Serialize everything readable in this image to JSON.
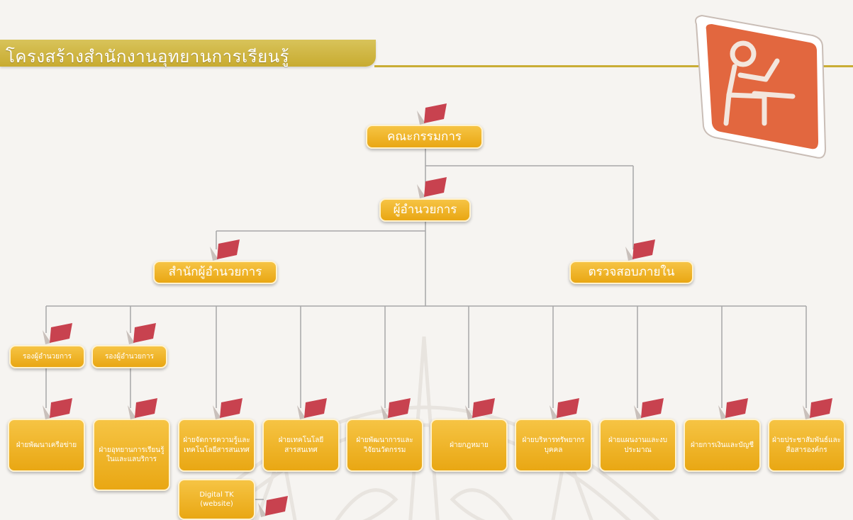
{
  "header": {
    "title": "โครงสร้างสำนักงานอุทยานการเรียนรู้"
  },
  "logo": {
    "icon": "person-at-desk-icon",
    "color": "#e2673f"
  },
  "org": {
    "board": "คณะกรรมการ",
    "director": "ผู้อำนวยการ",
    "director_office": "สำนักผู้อำนวยการ",
    "internal_audit": "ตรวจสอบภายใน",
    "deputies": [
      "รองผู้อำนวยการ",
      "รองผู้อำนวยการ"
    ],
    "divisions": [
      "ฝ่ายพัฒนาเครือข่าย",
      "ฝ่ายอุทยานการเรียนรู้ในและแลบริการ",
      "ฝ่ายจัดการความรู้และเทคโนโลยีสารสนเทศ",
      "ฝ่ายเทคโนโลยีสารสนเทศ",
      "ฝ่ายพัฒนาการและวิจัยนวัตกรรม",
      "ฝ่ายกฎหมาย",
      "ฝ่ายบริหารทรัพยากรบุคคล",
      "ฝ่ายแผนงานและงบประมาณ",
      "ฝ่ายการเงินและบัญชี",
      "ฝ่ายประชาสัมพันธ์และสื่อสารองค์กร"
    ],
    "sub_unit": "Digital TK (website)"
  },
  "colors": {
    "node": "#eeb022",
    "connector": "#a7a7a7",
    "flag": "#c8424f",
    "title_bar": "#cdb13a"
  }
}
